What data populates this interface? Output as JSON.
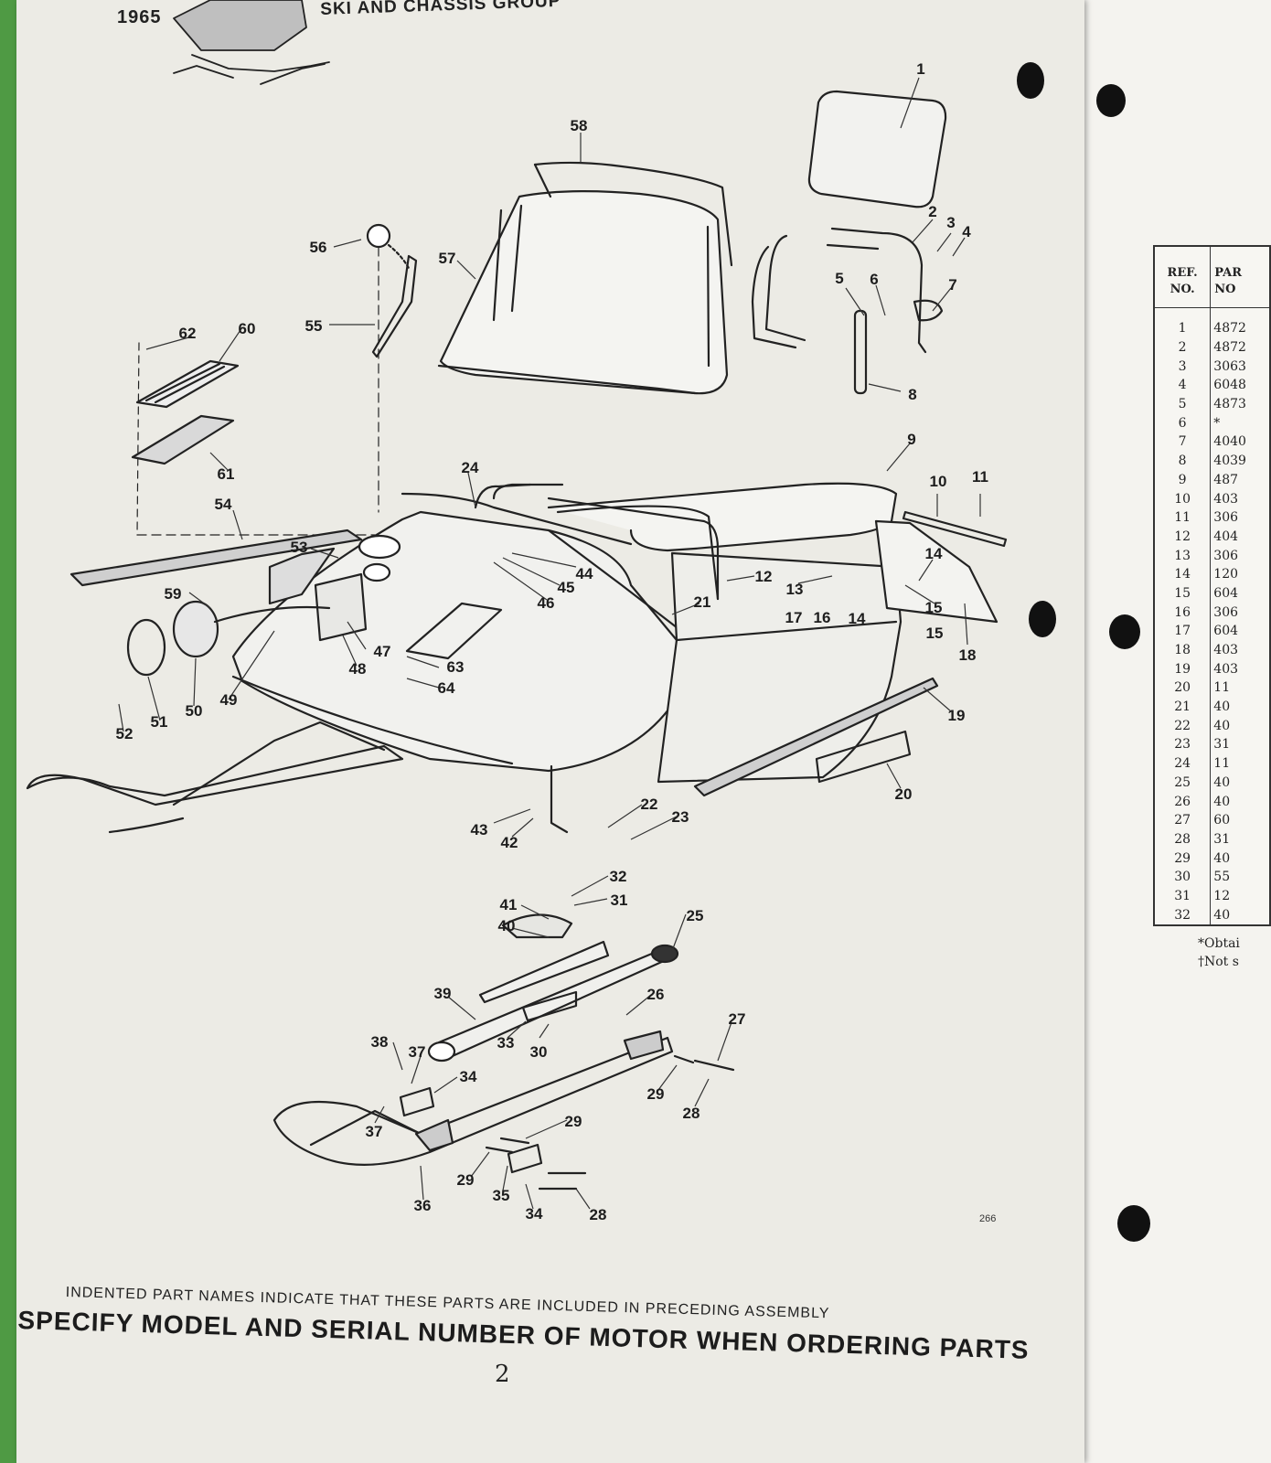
{
  "header": {
    "year": "1965",
    "title": "SKI AND CHASSIS GROUP"
  },
  "callouts": [
    "1",
    "2",
    "3",
    "4",
    "5",
    "6",
    "7",
    "8",
    "9",
    "10",
    "11",
    "12",
    "13",
    "14",
    "14",
    "15",
    "15",
    "16",
    "17",
    "18",
    "19",
    "20",
    "21",
    "22",
    "23",
    "24",
    "25",
    "26",
    "27",
    "28",
    "28",
    "29",
    "29",
    "29",
    "30",
    "31",
    "32",
    "33",
    "34",
    "34",
    "35",
    "36",
    "37",
    "37",
    "38",
    "39",
    "40",
    "41",
    "42",
    "43",
    "44",
    "45",
    "46",
    "47",
    "48",
    "49",
    "50",
    "51",
    "52",
    "53",
    "54",
    "55",
    "56",
    "57",
    "58",
    "59",
    "60",
    "61",
    "62",
    "63",
    "64"
  ],
  "figure_code": "266",
  "footer": {
    "note": "INDENTED PART NAMES INDICATE THAT THESE PARTS ARE INCLUDED IN PRECEDING ASSEMBLY",
    "instruction": "SPECIFY MODEL AND SERIAL NUMBER OF MOTOR WHEN ORDERING PARTS",
    "page_number": "2"
  },
  "parts_table": {
    "headers": {
      "ref": "REF.\nNO.",
      "part": "PAR\nNO"
    },
    "rows": [
      {
        "ref": "1",
        "part": "4872"
      },
      {
        "ref": "2",
        "part": "4872"
      },
      {
        "ref": "3",
        "part": "3063"
      },
      {
        "ref": "4",
        "part": "6048"
      },
      {
        "ref": "5",
        "part": "4873"
      },
      {
        "ref": "6",
        "part": "*"
      },
      {
        "ref": "7",
        "part": "4040"
      },
      {
        "ref": "8",
        "part": "4039"
      },
      {
        "ref": "9",
        "part": "487"
      },
      {
        "ref": "10",
        "part": "403"
      },
      {
        "ref": "11",
        "part": "306"
      },
      {
        "ref": "12",
        "part": "404"
      },
      {
        "ref": "13",
        "part": "306"
      },
      {
        "ref": "14",
        "part": "120"
      },
      {
        "ref": "15",
        "part": "604"
      },
      {
        "ref": "16",
        "part": "306"
      },
      {
        "ref": "17",
        "part": "604"
      },
      {
        "ref": "18",
        "part": "403"
      },
      {
        "ref": "19",
        "part": "403"
      },
      {
        "ref": "20",
        "part": "11"
      },
      {
        "ref": "21",
        "part": "40"
      },
      {
        "ref": "22",
        "part": "40"
      },
      {
        "ref": "23",
        "part": "31"
      },
      {
        "ref": "24",
        "part": "11"
      },
      {
        "ref": "25",
        "part": "40"
      },
      {
        "ref": "26",
        "part": "40"
      },
      {
        "ref": "27",
        "part": "60"
      },
      {
        "ref": "28",
        "part": "31"
      },
      {
        "ref": "29",
        "part": "40"
      },
      {
        "ref": "30",
        "part": "55"
      },
      {
        "ref": "31",
        "part": "12"
      },
      {
        "ref": "32",
        "part": "40"
      }
    ],
    "footnotes": [
      "*Obtai",
      "†Not s"
    ]
  }
}
